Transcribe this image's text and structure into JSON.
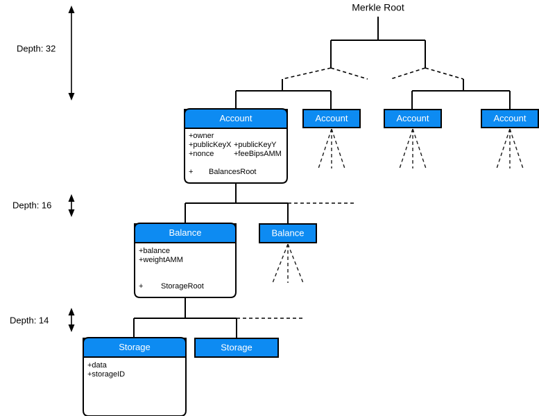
{
  "diagram": {
    "title": "Merkle Root",
    "background_color": "#ffffff",
    "node_fill_color": "#0d8bf2",
    "node_text_color": "#ffffff",
    "stroke_color": "#000000"
  },
  "root": {
    "label": "Merkle Root"
  },
  "depth_markers": [
    {
      "label": "Depth: 32"
    },
    {
      "label": "Depth: 16"
    },
    {
      "label": "Depth: 14"
    }
  ],
  "levels": {
    "account": {
      "expanded": {
        "title": "Account",
        "attributes_left": [
          "+owner",
          "+publicKeyX",
          "+nonce"
        ],
        "attributes_right": [
          "+publicKeyY",
          "+feeBipsAMM"
        ],
        "root_marker": "+",
        "root_label": "BalancesRoot"
      },
      "collapsed": [
        {
          "title": "Account"
        },
        {
          "title": "Account"
        },
        {
          "title": "Account"
        }
      ]
    },
    "balance": {
      "expanded": {
        "title": "Balance",
        "attributes_left": [
          "+balance",
          "+weightAMM"
        ],
        "root_marker": "+",
        "root_label": "StorageRoot"
      },
      "collapsed": [
        {
          "title": "Balance"
        }
      ]
    },
    "storage": {
      "expanded": {
        "title": "Storage",
        "attributes_left": [
          "+data",
          "+storageID"
        ]
      },
      "collapsed": [
        {
          "title": "Storage"
        }
      ]
    }
  }
}
